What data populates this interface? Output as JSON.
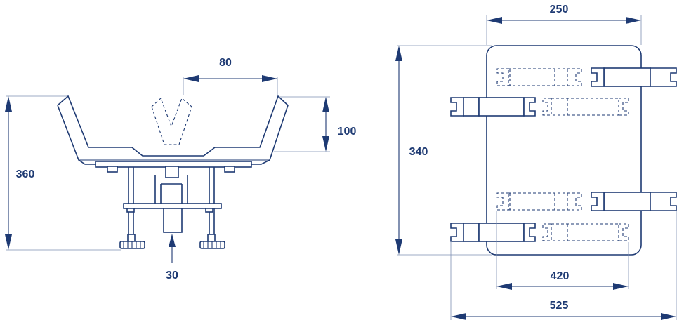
{
  "dimensions": {
    "side_width": "80",
    "side_height_v": "100",
    "total_height": "360",
    "tube_diameter": "30",
    "top_width": "250",
    "plate_height": "340",
    "clamp_span": "420",
    "total_width": "525"
  },
  "colors": {
    "line": "#1e3a73",
    "extension": "#7d8fb3",
    "background": "#ffffff"
  }
}
